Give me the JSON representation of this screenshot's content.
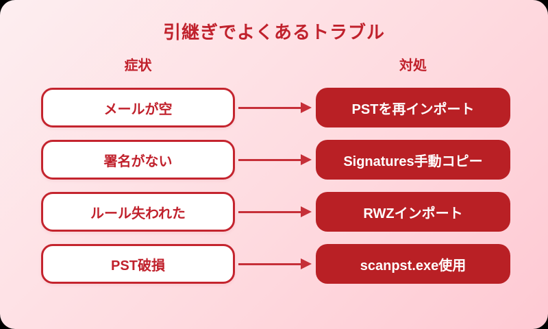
{
  "title": "引継ぎでよくあるトラブル",
  "columns": {
    "symptom": "症状",
    "action": "対処"
  },
  "rows": [
    {
      "symptom": "メールが空",
      "action": "PSTを再インポート"
    },
    {
      "symptom": "署名がない",
      "action": "Signatures手動コピー"
    },
    {
      "symptom": "ルール失われた",
      "action": "RWZインポート"
    },
    {
      "symptom": "PST破損",
      "action": "scanpst.exe使用"
    }
  ],
  "colors": {
    "accent-red": "#c0212c",
    "box-border-red": "#c4242e",
    "box-fill-red": "#b92025",
    "arrow-red": "#c62f38",
    "box-text-white": "#ffffff",
    "bg-top": "#fdeef0",
    "bg-bottom": "#fec9d3"
  }
}
